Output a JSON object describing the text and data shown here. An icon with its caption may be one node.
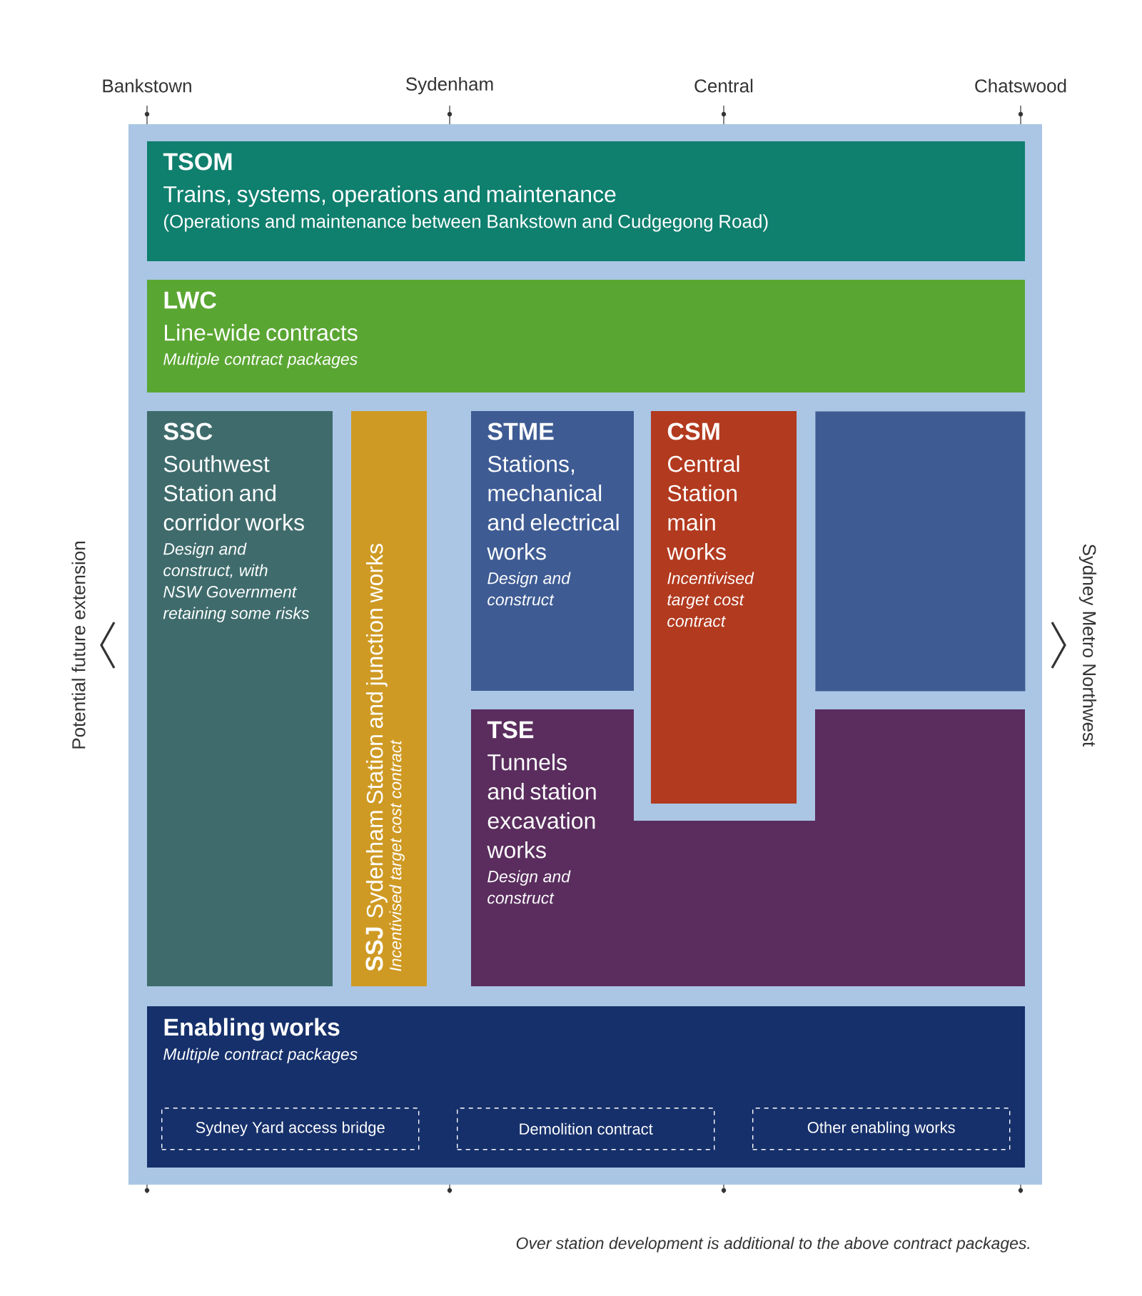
{
  "diagram": {
    "nodes": [
      {
        "text": [
          "TSOM",
          "Trains, systems, operations and maintenance",
          "(Operations and maintenance between Bankstown and Cudgegong Road)"
        ]
      },
      {
        "text": [
          "LWC",
          "Line-wide contracts",
          "Multiple contract packages"
        ]
      },
      {
        "text": [
          "SSC",
          "Southwest Station and corridor works",
          "Design and construct, with NSW Government retaining some risks"
        ]
      },
      {
        "text": [
          "SSJ",
          "Sydenham Station and junction works",
          "Incentivised target cost contract"
        ]
      },
      {
        "text": [
          "STME",
          "Stations, mechanical and electrical works",
          "Design and construct"
        ]
      },
      {
        "text": [
          "CSM",
          "Central Station main works",
          "Incentivised target cost contract"
        ]
      },
      {
        "text": [],
        "shape": "box"
      },
      {
        "text": [
          "TSE",
          "Tunnels and station excavation works",
          "Design and construct"
        ]
      },
      {
        "text": [
          "Enabling works",
          "Multiple contract packages"
        ]
      },
      {
        "text": [
          "Sydney Yard access bridge"
        ],
        "in": 8
      },
      {
        "text": [
          "Demolition contract"
        ],
        "in": 8
      },
      {
        "text": [
          "Other enabling works"
        ],
        "in": 8
      }
    ],
    "labels": [
      "Bankstown",
      "Sydenham",
      "Central",
      "Chatswood",
      "Potential future extension",
      "Sydney Metro Northwest",
      "Over station development is additional to the above contract packages."
    ]
  }
}
